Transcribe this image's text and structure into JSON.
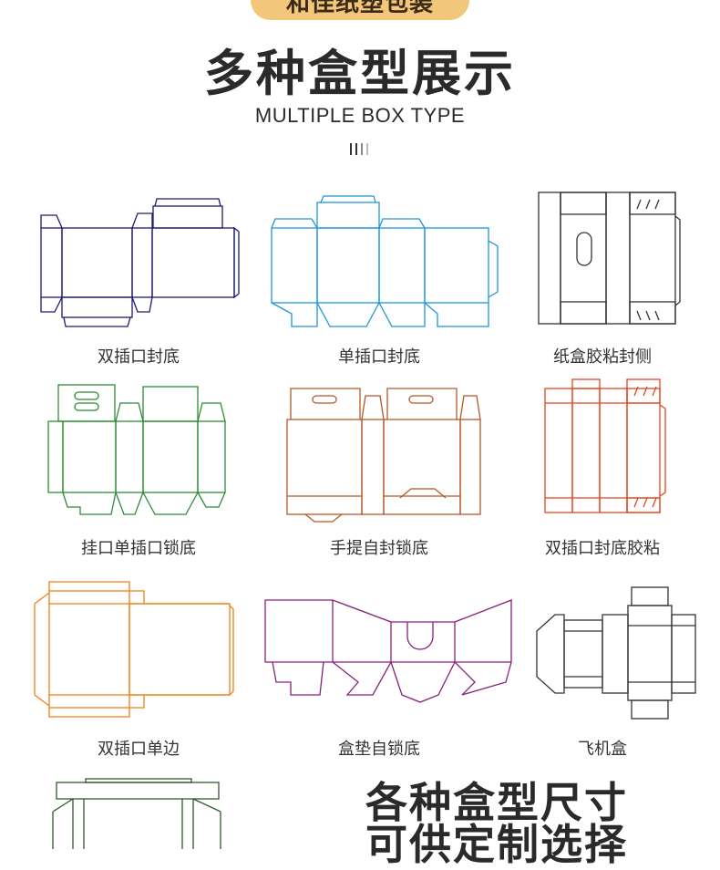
{
  "header": {
    "pill_text": "和佳纸塑包装",
    "title": "多种盒型展示",
    "subtitle": "MULTIPLE BOX TYPE"
  },
  "boxes": [
    {
      "label": "双插口封底",
      "color": "#1d1a6e"
    },
    {
      "label": "单插口封底",
      "color": "#1f95d8"
    },
    {
      "label": "纸盒胶粘封侧",
      "color": "#333333"
    },
    {
      "label": "挂口单插口锁底",
      "color": "#2e8b35"
    },
    {
      "label": "手提自封锁底",
      "color": "#b5582a"
    },
    {
      "label": "双插口封底胶粘",
      "color": "#e0461d"
    },
    {
      "label": "双插口单边",
      "color": "#ef7e15"
    },
    {
      "label": "盒垫自锁底",
      "color": "#8a1f7a"
    },
    {
      "label": "飞机盒",
      "color": "#333333"
    },
    {
      "label": "",
      "color": "#2e5a2a"
    }
  ],
  "cta": {
    "line1": "各种盒型尺寸",
    "line2": "可供定制选择"
  },
  "colors": {
    "pill": "#f3c779",
    "title": "#2a2a2a"
  }
}
